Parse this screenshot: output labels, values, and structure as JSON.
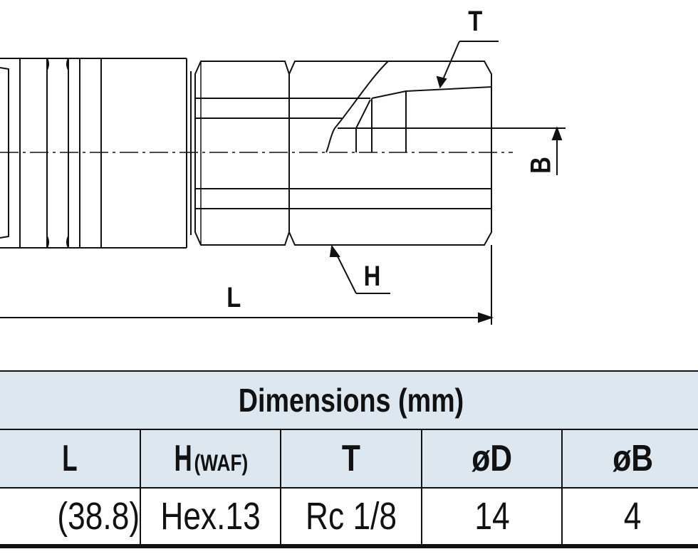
{
  "drawing": {
    "labels": {
      "T": "T",
      "H": "H",
      "L": "L",
      "B": "B"
    }
  },
  "table": {
    "title": "Dimensions (mm)",
    "headers": [
      {
        "main": "L",
        "sub": ""
      },
      {
        "main": "H",
        "sub": "(WAF)"
      },
      {
        "main": "T",
        "sub": ""
      },
      {
        "main": "øD",
        "sub": ""
      },
      {
        "main": "øB",
        "sub": ""
      }
    ],
    "row": [
      "(38.8)",
      "Hex.13",
      "Rc 1/8",
      "14",
      "4"
    ]
  },
  "colors": {
    "line": "#111111",
    "header_bg": "#dde7f0",
    "background": "#ffffff"
  }
}
